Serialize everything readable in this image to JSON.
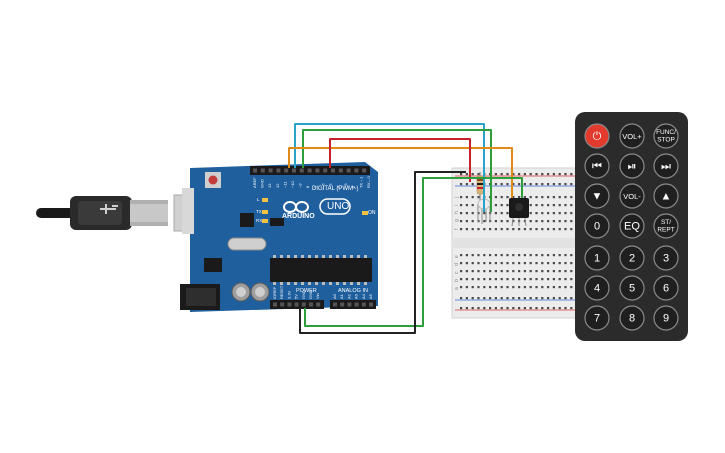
{
  "arduino": {
    "brand": "ARDUINO",
    "model": "UNO",
    "digital_header": "DIGITAL (PWM~)",
    "power_header": "POWER",
    "analog_header": "ANALOG IN",
    "on_label": "ON",
    "led_l": "L",
    "led_tx": "TX",
    "led_rx": "RX",
    "top_pins": [
      "AREF",
      "GND",
      "13",
      "12",
      "~11",
      "~10",
      "~9",
      "8",
      "7",
      "~6",
      "~5",
      "4",
      "~3",
      "2",
      "TX→1",
      "RX←0"
    ],
    "power_pins": [
      "IOREF",
      "RESET",
      "3.3V",
      "5V",
      "GND",
      "GND",
      "Vin"
    ],
    "analog_pins": [
      "A0",
      "A1",
      "A2",
      "A3",
      "A4",
      "A5"
    ]
  },
  "remote": {
    "buttons": [
      {
        "label": "⏻",
        "name": "power-button"
      },
      {
        "label": "VOL+",
        "name": "vol-up-button"
      },
      {
        "label": "FUNC/\nSTOP",
        "name": "func-stop-button"
      },
      {
        "label": "⏮",
        "name": "prev-button"
      },
      {
        "label": "⏯",
        "name": "play-pause-button"
      },
      {
        "label": "⏭",
        "name": "next-button"
      },
      {
        "label": "▼",
        "name": "down-button"
      },
      {
        "label": "VOL-",
        "name": "vol-down-button"
      },
      {
        "label": "▲",
        "name": "up-button"
      },
      {
        "label": "0",
        "name": "digit-0-button"
      },
      {
        "label": "EQ",
        "name": "eq-button"
      },
      {
        "label": "ST/\nREPT",
        "name": "st-rept-button"
      },
      {
        "label": "1",
        "name": "digit-1-button"
      },
      {
        "label": "2",
        "name": "digit-2-button"
      },
      {
        "label": "3",
        "name": "digit-3-button"
      },
      {
        "label": "4",
        "name": "digit-4-button"
      },
      {
        "label": "5",
        "name": "digit-5-button"
      },
      {
        "label": "6",
        "name": "digit-6-button"
      },
      {
        "label": "7",
        "name": "digit-7-button"
      },
      {
        "label": "8",
        "name": "digit-8-button"
      },
      {
        "label": "9",
        "name": "digit-9-button"
      }
    ]
  },
  "breadboard": {
    "row_letters_top": [
      "a",
      "b",
      "c",
      "d",
      "e"
    ],
    "row_letters_bottom": [
      "f",
      "g",
      "h",
      "i",
      "j"
    ]
  },
  "colors": {
    "board": "#1f5f9e",
    "wire_blue": "#2aa3c9",
    "wire_green": "#2e9e3a",
    "wire_red": "#c8202a",
    "wire_orange": "#e08a1a",
    "wire_black": "#222222",
    "power_button": "#e23a2c",
    "remote_body": "#2b2b2b"
  }
}
